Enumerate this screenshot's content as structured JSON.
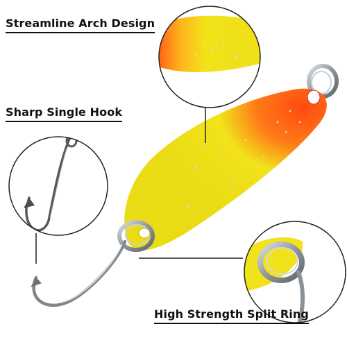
{
  "callouts": {
    "arch": "Streamline Arch Design",
    "hook": "Sharp Single Hook",
    "ring": "High Strength Split Ring"
  },
  "colors": {
    "lure_yellow": "#f2e21a",
    "lure_orange": "#ff5a14",
    "metal": "#9aa2a8",
    "hook_dark": "#55595d",
    "leader_line": "#222222"
  }
}
